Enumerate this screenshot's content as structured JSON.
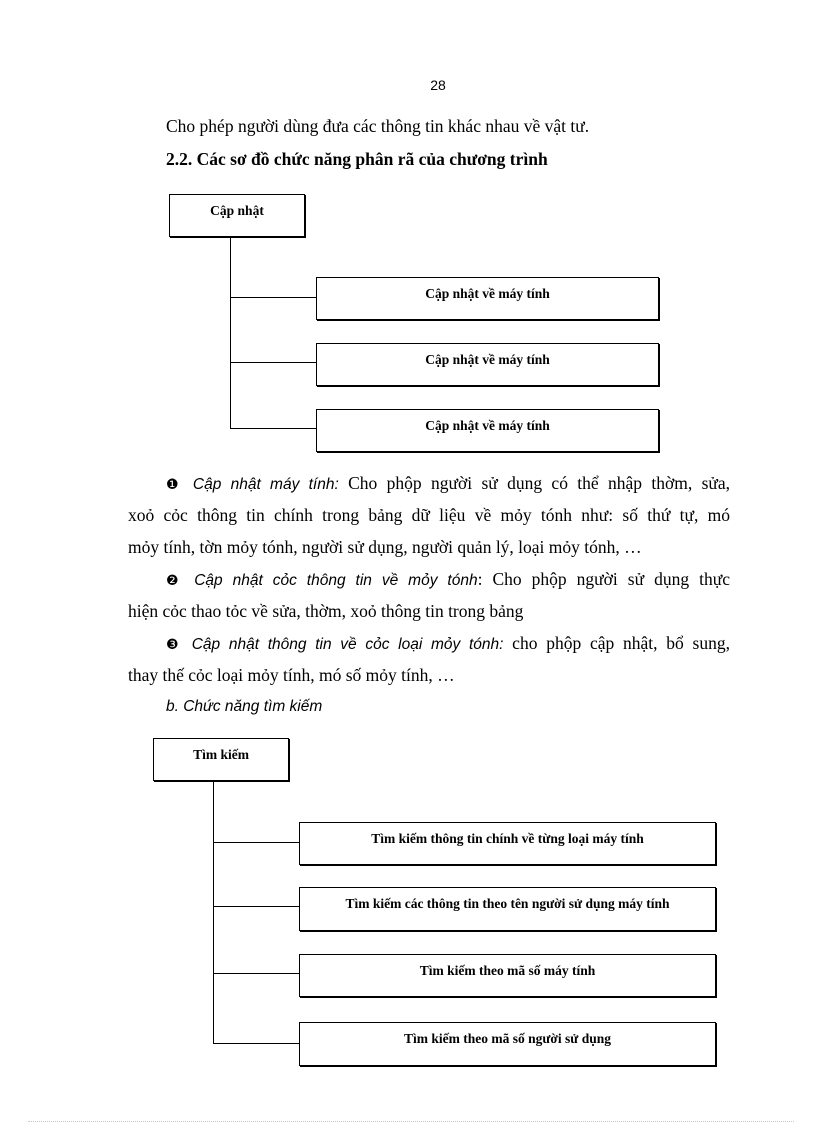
{
  "page_number": "28",
  "intro_line": "Cho phép người dùng đưa các thông tin khác nhau về vật tư.",
  "section_heading": "2.2. Các sơ đồ chức năng phân rã của chương trình",
  "diagram_update": {
    "root": "Cập nhật",
    "children": [
      "Cập nhật về máy tính",
      "Cập nhật về máy tính",
      "Cập nhật về máy tính"
    ]
  },
  "bullets": [
    {
      "symbol": "❶",
      "term": "Cập nhật máy tính:",
      "lines": [
        " Cho phộp người sử dụng có thể nhập thờm, sửa,",
        "xoỏ cỏc thông tin chính trong bảng dữ liệu về mỏy tónh như: số thứ tự, mó",
        "mỏy tính, tờn mỏy tónh, người sử dụng, người quản lý, loại mỏy tónh, …"
      ]
    },
    {
      "symbol": "❷",
      "term": "Cập nhật cỏc thông tin về mỏy tónh",
      "lines": [
        ": Cho phộp người sử dụng thực",
        "hiện cỏc thao tỏc về sửa, thờm, xoỏ thông tin trong bảng"
      ]
    },
    {
      "symbol": "❸",
      "term": "Cập nhật thông tin về cỏc loại mỏy tónh:",
      "lines": [
        " cho phộp cập nhật, bổ sung,",
        "thay thế cỏc loại mỏy tính, mó số mỏy tính, …"
      ]
    }
  ],
  "sub_heading": "b. Chức năng tìm kiếm",
  "diagram_search": {
    "root": "Tìm kiếm",
    "children": [
      "Tìm kiếm thông tin chính về từng loại máy tính",
      "Tìm kiếm các thông tin theo tên người sử dụng máy tính",
      "Tìm kiếm theo mã số máy tính",
      "Tìm kiếm theo mã số người sử dụng"
    ]
  }
}
